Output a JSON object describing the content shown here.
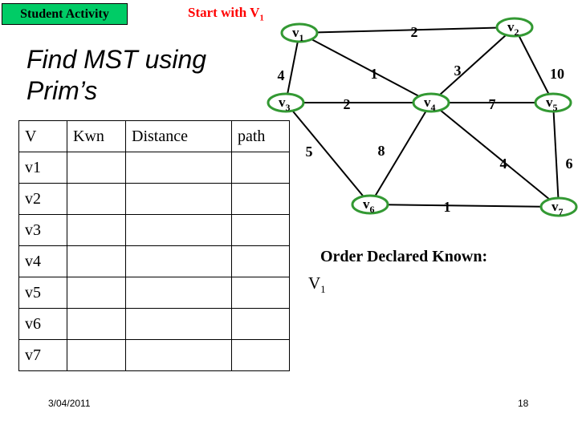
{
  "badge": "Student Activity",
  "start": {
    "prefix": "Start with V",
    "sub": "1"
  },
  "heading": {
    "line1": "Find MST using",
    "line2": "Prim’s"
  },
  "table": {
    "headers": [
      "V",
      "Kwn",
      "Distance",
      "path"
    ],
    "rows": [
      [
        "v1",
        "",
        "",
        ""
      ],
      [
        "v2",
        "",
        "",
        ""
      ],
      [
        "v3",
        "",
        "",
        ""
      ],
      [
        "v4",
        "",
        "",
        ""
      ],
      [
        "v5",
        "",
        "",
        ""
      ],
      [
        "v6",
        "",
        "",
        ""
      ],
      [
        "v7",
        "",
        "",
        ""
      ]
    ]
  },
  "graph": {
    "node_color": "#339933",
    "vertices": [
      {
        "id": "v1",
        "base": "v",
        "sub": "1"
      },
      {
        "id": "v2",
        "base": "v",
        "sub": "2"
      },
      {
        "id": "v3",
        "base": "v",
        "sub": "3"
      },
      {
        "id": "v4",
        "base": "v",
        "sub": "4"
      },
      {
        "id": "v5",
        "base": "v",
        "sub": "5"
      },
      {
        "id": "v6",
        "base": "v",
        "sub": "6"
      },
      {
        "id": "v7",
        "base": "v",
        "sub": "7"
      }
    ],
    "edges": [
      {
        "from": "v1",
        "to": "v2",
        "weight": "2"
      },
      {
        "from": "v1",
        "to": "v3",
        "weight": "4"
      },
      {
        "from": "v1",
        "to": "v4",
        "weight": "1"
      },
      {
        "from": "v2",
        "to": "v4",
        "weight": "3"
      },
      {
        "from": "v2",
        "to": "v5",
        "weight": "10"
      },
      {
        "from": "v3",
        "to": "v4",
        "weight": "2"
      },
      {
        "from": "v4",
        "to": "v5",
        "weight": "7"
      },
      {
        "from": "v3",
        "to": "v6",
        "weight": "5"
      },
      {
        "from": "v4",
        "to": "v6",
        "weight": "8"
      },
      {
        "from": "v4",
        "to": "v7",
        "weight": "4"
      },
      {
        "from": "v5",
        "to": "v7",
        "weight": "6"
      },
      {
        "from": "v6",
        "to": "v7",
        "weight": "1"
      }
    ]
  },
  "order": {
    "title": "Order Declared Known:",
    "items": [
      {
        "base": "V",
        "sub": "1"
      }
    ]
  },
  "footer": {
    "date": "3/04/2011",
    "page": "18"
  }
}
